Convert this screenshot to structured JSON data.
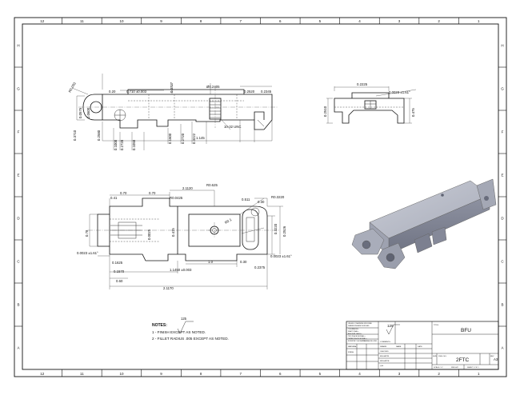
{
  "border": {
    "top_zones": [
      "12",
      "11",
      "10",
      "9",
      "8",
      "7",
      "6",
      "5",
      "4",
      "3",
      "2",
      "1"
    ],
    "bottom_zones": [
      "12",
      "11",
      "10",
      "9",
      "8",
      "7",
      "6",
      "5",
      "4",
      "3",
      "2",
      "1"
    ],
    "left_zones": [
      "H",
      "G",
      "F",
      "E",
      "D",
      "C",
      "B",
      "A"
    ],
    "right_zones": [
      "H",
      "G",
      "F",
      "E",
      "D",
      "C",
      "B",
      "A"
    ]
  },
  "top_view": {
    "dims": [
      "0.20",
      "0.710 ±0.003",
      "0.0727",
      "Ø0.2405",
      "0.2520",
      "0.2345",
      "0.0575",
      "0.0600",
      "0.1000",
      "0.2720",
      "0.1050",
      "0.1600",
      "0.2720",
      "0.3222",
      "10-32 UNC",
      "1.145",
      "0.3710",
      "0.2580",
      "R0.093"
    ]
  },
  "side_view": {
    "dims": [
      "0.2225",
      "0.0023 ±1.61°",
      "0.2510",
      "0.475"
    ]
  },
  "front_view": {
    "dims": [
      "0.70",
      "0.41",
      "0.70",
      "2.1120",
      "R0.0425",
      "R0.625",
      "0.511",
      "R0.3220",
      "0.2526",
      "R0.1",
      "0.3220",
      "0.30",
      "0.78",
      "0.0023 ±1.61°",
      "0.1625",
      "0.1570",
      "0.60",
      "1.1450 ±0.003",
      "1.0",
      "0.30",
      "0.2375",
      "0.0023 ±1.61°",
      "2.1170",
      "0.0025",
      "0.415"
    ]
  },
  "notes": {
    "heading": "NOTES:",
    "finish_symbol": "125",
    "line1": "1 - FINISH       EXCEPT AS NOTED.",
    "line2": "2 - FILLET RADIUS .005 EXCEPT AS NOTED."
  },
  "title_block": {
    "finish_label": "125",
    "part_name": "BFU",
    "drawing_no": "2FTC",
    "size": "A3",
    "small_labels": [
      "UNLESS OTHERWISE SPECIFIED",
      "DIMENSIONS ARE IN INCHES",
      "TOLERANCES:",
      "FRACTIONAL ±",
      "ANGULAR: MACH ±",
      "TWO PLACE DECIMAL ±",
      "THREE PLACE DECIMAL ±",
      "INTERPRET GEOMETRIC",
      "TOLERANCING PER:",
      "MATERIAL",
      "FINISH",
      "DRAWN",
      "CHECKED",
      "ENG APPR.",
      "MFG APPR.",
      "Q.A.",
      "COMMENTS:",
      "TITLE:",
      "SIZE",
      "DWG. NO.",
      "REV",
      "SCALE: 1:2",
      "WEIGHT:",
      "SHEET 1 OF 1",
      "NAME",
      "DATE"
    ]
  }
}
